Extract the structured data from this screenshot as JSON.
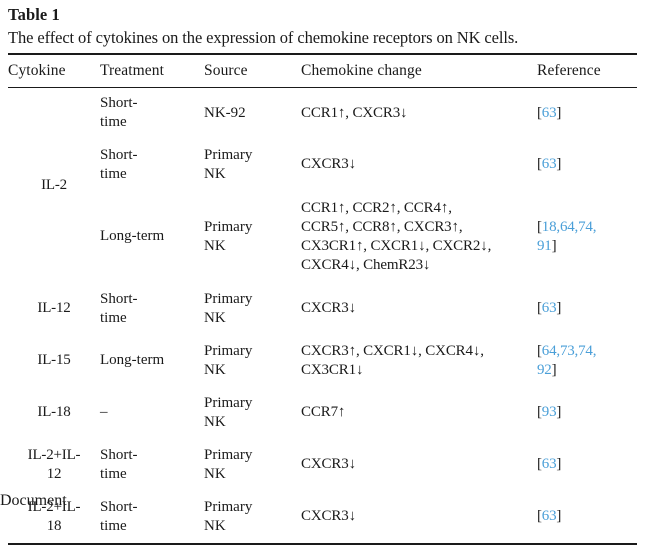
{
  "caption": {
    "label": "Table 1",
    "text": "The effect of cytokines on the expression of chemokine receptors on NK cells."
  },
  "colors": {
    "reference_link": "#4a9fd8",
    "text": "#1a1a1a",
    "rule": "#1a1a1a",
    "background": "#ffffff"
  },
  "table": {
    "headers": {
      "cytokine": "Cytokine",
      "treatment": "Treatment",
      "source": "Source",
      "change": "Chemokine change",
      "reference": "Reference"
    },
    "rows": [
      {
        "cytokine": "IL-2",
        "cytokine_lines": [
          "IL-2"
        ],
        "subrows": [
          {
            "treatment": "Short-time",
            "treatment_lines": [
              "Short-",
              "time"
            ],
            "source": "NK-92",
            "source_lines": [
              "NK-92"
            ],
            "change": "CCR1↑, CXCR3↓",
            "change_lines": [
              "CCR1↑, CXCR3↓"
            ],
            "reference": "[63]",
            "reference_lines": [
              "63"
            ]
          },
          {
            "treatment": "Short-time",
            "treatment_lines": [
              "Short-",
              "time"
            ],
            "source": "Primary NK",
            "source_lines": [
              "Primary",
              "NK"
            ],
            "change": "CXCR3↓",
            "change_lines": [
              "CXCR3↓"
            ],
            "reference": "[63]",
            "reference_lines": [
              "63"
            ]
          },
          {
            "treatment": "Long-term",
            "treatment_lines": [
              "Long-term"
            ],
            "source": "Primary NK",
            "source_lines": [
              "Primary",
              "NK"
            ],
            "change": "CCR1↑, CCR2↑, CCR4↑, CCR5↑, CCR8↑, CXCR3↑, CX3CR1↑, CXCR1↓, CXCR2↓, CXCR4↓, ChemR23↓",
            "change_lines": [
              "CCR1↑, CCR2↑, CCR4↑,",
              "CCR5↑, CCR8↑, CXCR3↑,",
              "CX3CR1↑, CXCR1↓, CXCR2↓,",
              "CXCR4↓, ChemR23↓"
            ],
            "reference": "[18,64,74,91]",
            "reference_lines": [
              "18,64,74,",
              "91"
            ]
          }
        ]
      },
      {
        "cytokine": "IL-12",
        "cytokine_lines": [
          "IL-12"
        ],
        "subrows": [
          {
            "treatment": "Short-time",
            "treatment_lines": [
              "Short-",
              "time"
            ],
            "source": "Primary NK",
            "source_lines": [
              "Primary",
              "NK"
            ],
            "change": "CXCR3↓",
            "change_lines": [
              "CXCR3↓"
            ],
            "reference": "[63]",
            "reference_lines": [
              "63"
            ]
          }
        ]
      },
      {
        "cytokine": "IL-15",
        "cytokine_lines": [
          "IL-15"
        ],
        "subrows": [
          {
            "treatment": "Long-term",
            "treatment_lines": [
              "Long-term"
            ],
            "source": "Primary NK",
            "source_lines": [
              "Primary",
              "NK"
            ],
            "change": "CXCR3↑, CXCR1↓, CXCR4↓, CX3CR1↓",
            "change_lines": [
              "CXCR3↑, CXCR1↓, CXCR4↓,",
              "CX3CR1↓"
            ],
            "reference": "[64,73,74,92]",
            "reference_lines": [
              "64,73,74,",
              "92"
            ]
          }
        ]
      },
      {
        "cytokine": "IL-18",
        "cytokine_lines": [
          "IL-18"
        ],
        "subrows": [
          {
            "treatment": "–",
            "treatment_lines": [
              "–"
            ],
            "source": "Primary NK",
            "source_lines": [
              "Primary",
              "NK"
            ],
            "change": "CCR7↑",
            "change_lines": [
              "CCR7↑"
            ],
            "reference": "[93]",
            "reference_lines": [
              "93"
            ]
          }
        ]
      },
      {
        "cytokine": "IL-2+IL-12",
        "cytokine_lines": [
          "IL-2+IL-",
          "12"
        ],
        "subrows": [
          {
            "treatment": "Short-time",
            "treatment_lines": [
              "Short-",
              "time"
            ],
            "source": "Primary NK",
            "source_lines": [
              "Primary",
              "NK"
            ],
            "change": "CXCR3↓",
            "change_lines": [
              "CXCR3↓"
            ],
            "reference": "[63]",
            "reference_lines": [
              "63"
            ]
          }
        ]
      },
      {
        "cytokine": "IL-2+IL-18",
        "cytokine_lines": [
          "IL-2+IL-",
          "18"
        ],
        "subrows": [
          {
            "treatment": "Short-time",
            "treatment_lines": [
              "Short-",
              "time"
            ],
            "source": "Primary NK",
            "source_lines": [
              "Primary",
              "NK"
            ],
            "change": "CXCR3↓",
            "change_lines": [
              "CXCR3↓"
            ],
            "reference": "[63]",
            "reference_lines": [
              "63"
            ]
          }
        ]
      }
    ]
  }
}
